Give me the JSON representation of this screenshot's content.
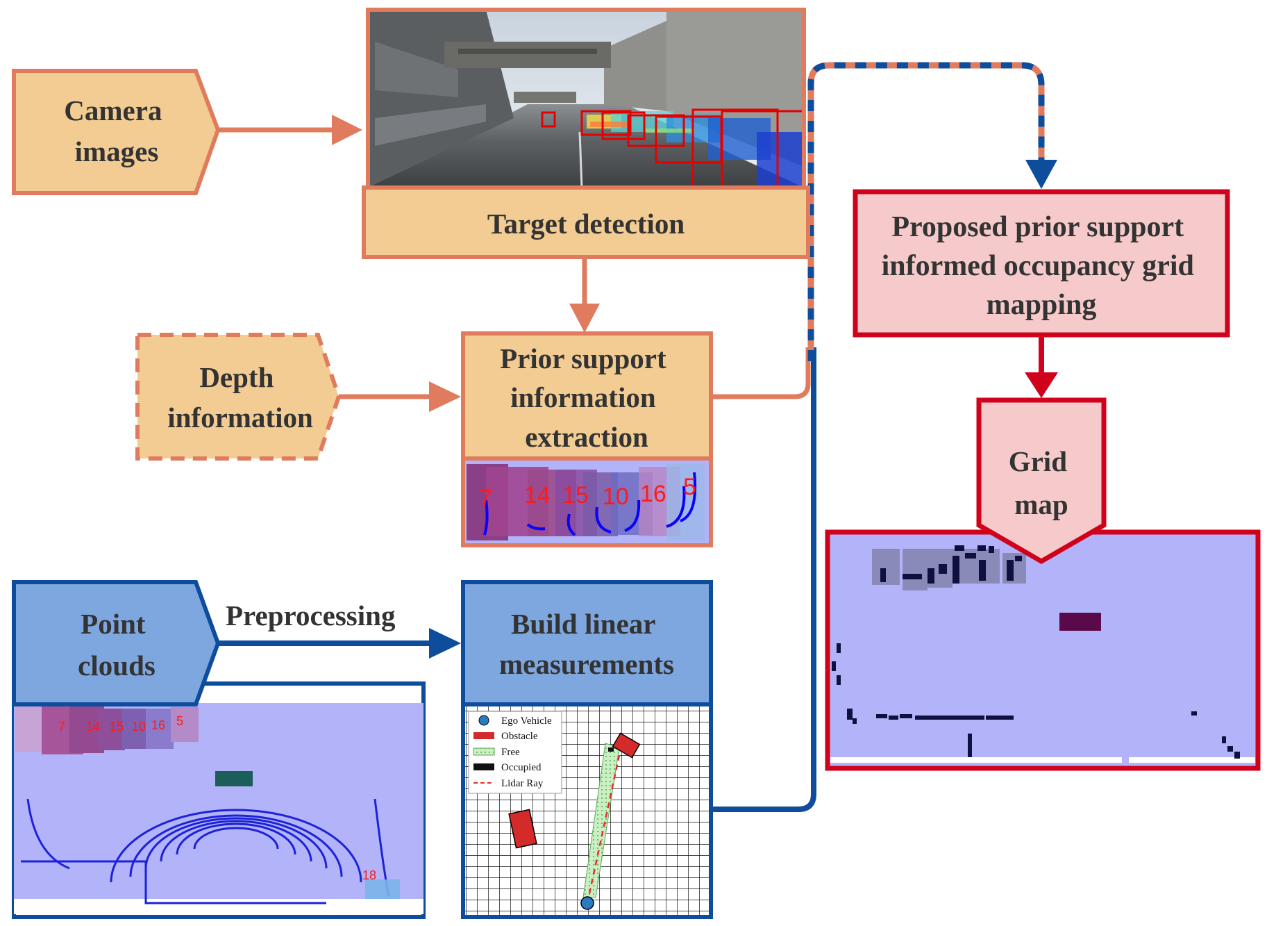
{
  "colors": {
    "orange_stroke": "#E07B5E",
    "orange_fill": "#F2CC92",
    "blue_stroke": "#0E4C9C",
    "blue_fill": "#7EA6DF",
    "red_stroke": "#D0021B",
    "pink_fill": "#F6CACA",
    "grid_bg": "#B2B3F8"
  },
  "nodes": {
    "camera_images": [
      "Camera",
      "images"
    ],
    "target_detection": [
      "Target detection"
    ],
    "depth_information": [
      "Depth",
      "information"
    ],
    "prior_support": [
      "Prior support",
      "information",
      "extraction"
    ],
    "proposed": [
      "Proposed prior support",
      "informed occupancy grid",
      "mapping"
    ],
    "grid_map": [
      "Grid",
      "map"
    ],
    "point_clouds": [
      "Point",
      "clouds"
    ],
    "build_linear": [
      "Build linear",
      "measurements"
    ]
  },
  "edges": {
    "preprocessing": "Preprocessing"
  },
  "prior_labels": [
    "7",
    "14",
    "15",
    "10",
    "16",
    "5"
  ],
  "pointcloud_labels": [
    "7",
    "14",
    "15",
    "10",
    "16",
    "5",
    "18"
  ],
  "legend": {
    "items": [
      {
        "label": "Ego Vehicle",
        "icon": "circle"
      },
      {
        "label": "Obstacle",
        "icon": "red-rect"
      },
      {
        "label": "Free",
        "icon": "green-dotted-rect"
      },
      {
        "label": "Occupied",
        "icon": "black-rect"
      },
      {
        "label": "Lidar Ray",
        "icon": "red-dashed-line"
      }
    ]
  }
}
